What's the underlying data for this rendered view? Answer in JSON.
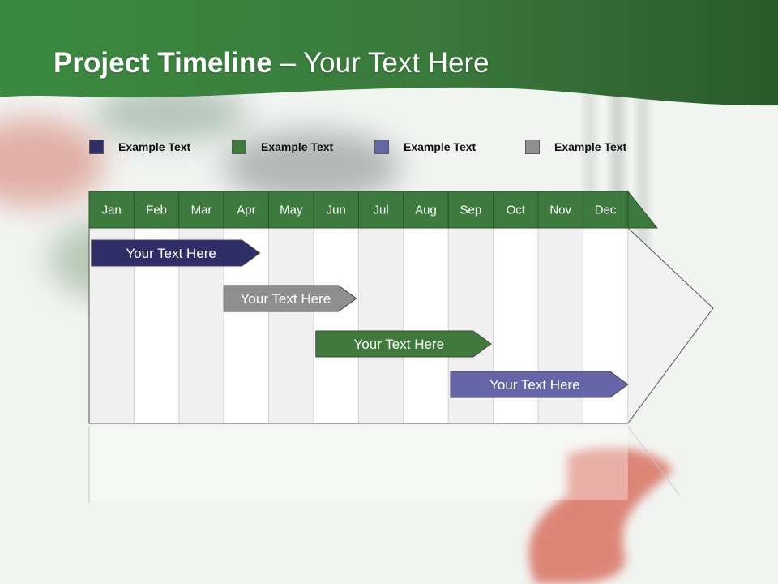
{
  "slide": {
    "title_bold": "Project Timeline",
    "title_rest": " – Your Text Here"
  },
  "legend": [
    {
      "label": "Example Text",
      "color": "#2e2f66"
    },
    {
      "label": "Example Text",
      "color": "#3f7a3c"
    },
    {
      "label": "Example Text",
      "color": "#6466a8"
    },
    {
      "label": "Example Text",
      "color": "#8f8f8f"
    }
  ],
  "timeline": {
    "months": [
      "Jan",
      "Feb",
      "Mar",
      "Apr",
      "May",
      "Jun",
      "Jul",
      "Aug",
      "Sep",
      "Oct",
      "Nov",
      "Dec"
    ],
    "header_color": "#3c7a3d",
    "tasks": [
      {
        "label": "Your  Text Here",
        "start_month": 0.05,
        "end_month": 3.8,
        "color": "#2e2f66"
      },
      {
        "label": "Your  Text Here",
        "start_month": 3.0,
        "end_month": 5.95,
        "color": "#8f8f8f"
      },
      {
        "label": "Your  Text Here",
        "start_month": 5.05,
        "end_month": 8.95,
        "color": "#3f7a3c"
      },
      {
        "label": "Your  Text Here",
        "start_month": 8.05,
        "end_month": 12.0,
        "color": "#6466a8"
      }
    ]
  }
}
